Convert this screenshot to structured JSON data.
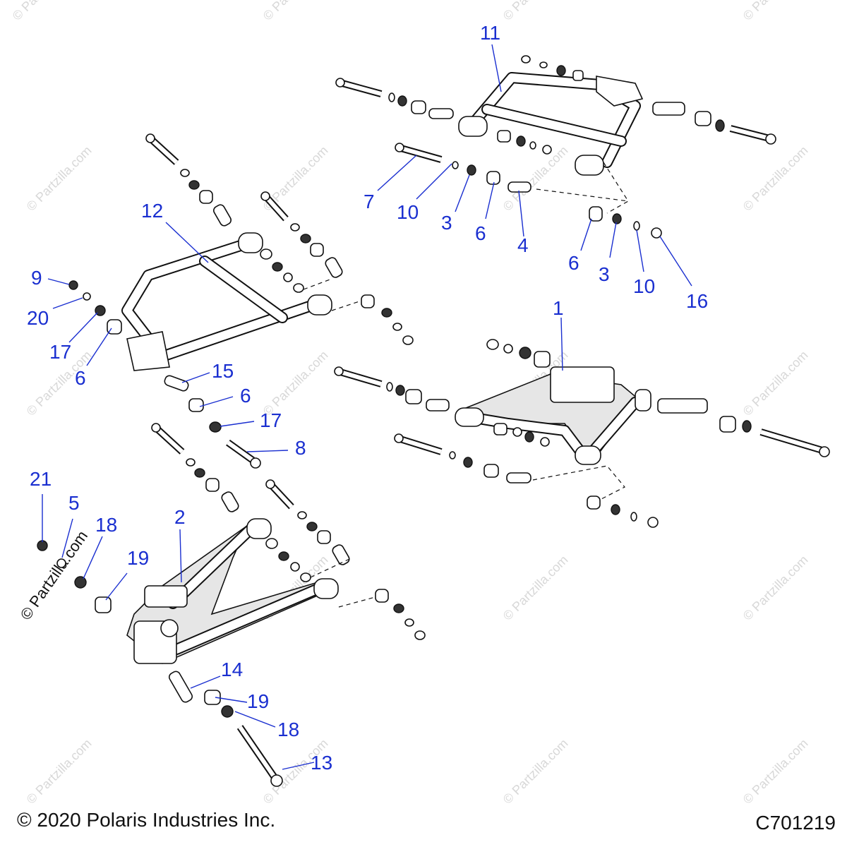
{
  "footer": {
    "copyright": "© 2020 Polaris Industries Inc.",
    "figure_code": "C701219"
  },
  "watermark": {
    "text": "© Partzilla.com"
  },
  "callouts": [
    "1",
    "2",
    "3",
    "3",
    "4",
    "5",
    "6",
    "6",
    "6",
    "6",
    "7",
    "8",
    "9",
    "10",
    "10",
    "11",
    "12",
    "13",
    "14",
    "15",
    "16",
    "17",
    "17",
    "18",
    "18",
    "19",
    "19",
    "20",
    "21"
  ],
  "colors": {
    "callout": "#1a2fd0",
    "line": "#111111"
  }
}
